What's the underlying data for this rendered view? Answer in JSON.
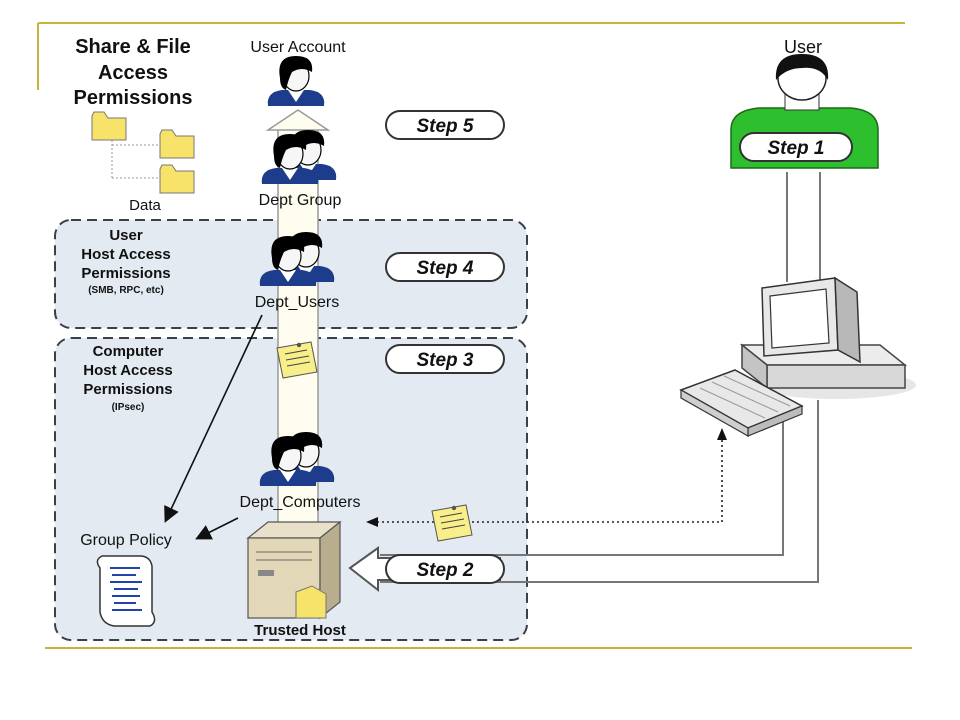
{
  "colors": {
    "frame_line": "#C8B43A",
    "zone_fill": "#E4EAF2",
    "zone_border": "#3A3F4A",
    "user_green": "#2DBF2D",
    "folder_yellow": "#F7E36A",
    "note_yellow": "#F8EE8A",
    "accent_blue": "#2244AA"
  },
  "title": {
    "line1": "Share & File",
    "line2": "Access",
    "line3": "Permissions"
  },
  "data_label": "Data",
  "user_account_label": "User Account",
  "dept_group_label": "Dept Group",
  "user_label": "User",
  "steps": {
    "s1": "Step 1",
    "s2": "Step 2",
    "s3": "Step 3",
    "s4": "Step 4",
    "s5": "Step 5"
  },
  "user_host": {
    "line1": "User",
    "line2": "Host Access",
    "line3": "Permissions",
    "line4": "(SMB, RPC, etc)"
  },
  "dept_users_label": "Dept_Users",
  "computer_host": {
    "line1": "Computer",
    "line2": "Host Access",
    "line3": "Permissions",
    "line4": "(IPsec)"
  },
  "dept_computers_label": "Dept_Computers",
  "group_policy_label": "Group Policy",
  "trusted_host_label": "Trusted Host",
  "icons": [
    "person-icon",
    "folder-icon",
    "sticky-note-icon",
    "computer-icon",
    "server-icon",
    "scroll-icon"
  ]
}
